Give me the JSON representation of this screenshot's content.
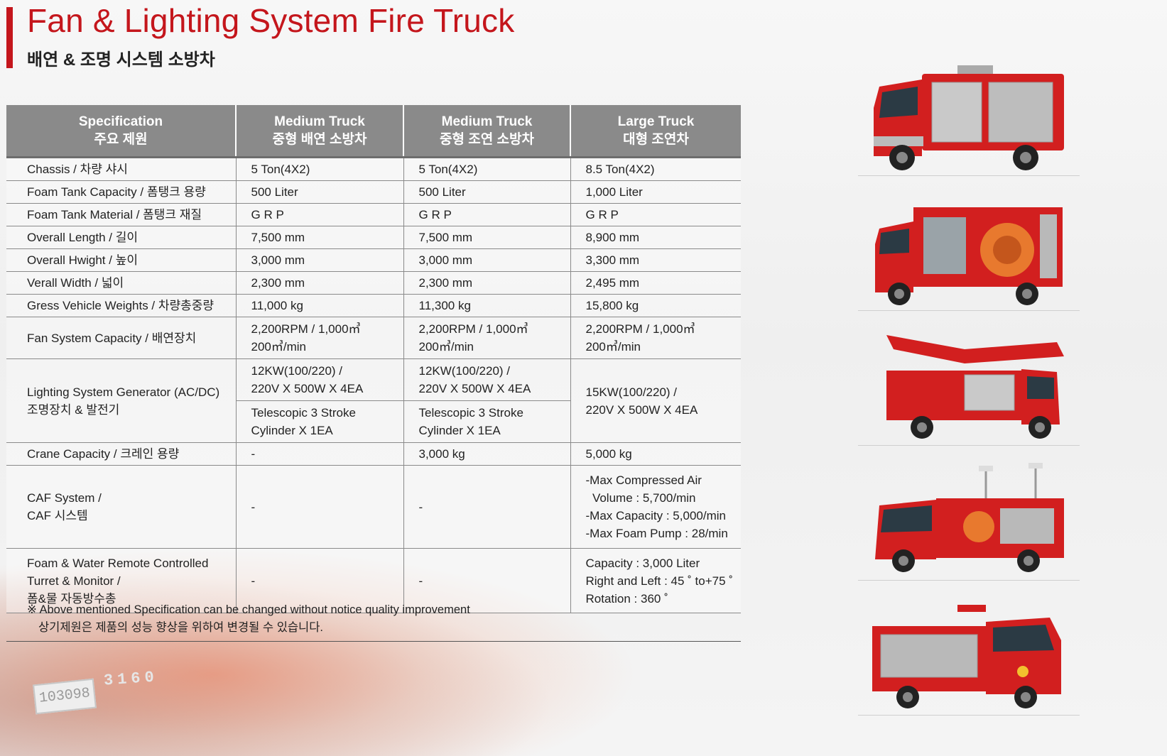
{
  "title": {
    "english": "Fan & Lighting System Fire Truck",
    "korean": "배연 & 조명 시스템 소방차"
  },
  "table": {
    "headers": [
      {
        "line1": "Specification",
        "line2": "주요 제원"
      },
      {
        "line1": "Medium Truck",
        "line2": "중형 배연 소방차"
      },
      {
        "line1": "Medium Truck",
        "line2": "중형 조연 소방차"
      },
      {
        "line1": "Large Truck",
        "line2": "대형 조연차"
      }
    ],
    "rows": [
      {
        "label": "Chassis / 차량 샤시",
        "values": [
          "5 Ton(4X2)",
          "5 Ton(4X2)",
          "8.5 Ton(4X2)"
        ]
      },
      {
        "label": "Foam Tank Capacity / 폼탱크 용량",
        "values": [
          "500 Liter",
          "500 Liter",
          "1,000 Liter"
        ]
      },
      {
        "label": "Foam Tank Material / 폼탱크 재질",
        "values": [
          "G R P",
          "G R P",
          "G R P"
        ]
      },
      {
        "label": "Overall Length / 길이",
        "values": [
          "7,500 mm",
          "7,500 mm",
          "8,900 mm"
        ]
      },
      {
        "label": "Overall Hwight / 높이",
        "values": [
          "3,000 mm",
          "3,000 mm",
          "3,300 mm"
        ]
      },
      {
        "label": "Verall Width / 넓이",
        "values": [
          "2,300 mm",
          "2,300 mm",
          "2,495 mm"
        ]
      },
      {
        "label": "Gress Vehicle Weights / 차량총중량",
        "values": [
          "11,000 kg",
          "11,300 kg",
          "15,800 kg"
        ]
      }
    ],
    "fan": {
      "label": "Fan System Capacity / 배연장치",
      "values": [
        {
          "l1": "2,200RPM / 1,000㎥",
          "l2": "200㎥/min"
        },
        {
          "l1": "2,200RPM / 1,000㎥",
          "l2": "200㎥/min"
        },
        {
          "l1": "2,200RPM / 1,000㎥",
          "l2": "200㎥/min"
        }
      ]
    },
    "lighting": {
      "label_l1": "Lighting System Generator (AC/DC)",
      "label_l2": "조명장치 & 발전기",
      "gen": [
        {
          "l1": "12KW(100/220) /",
          "l2": "220V X 500W X 4EA"
        },
        {
          "l1": "12KW(100/220) /",
          "l2": "220V X 500W X 4EA"
        }
      ],
      "tele": [
        {
          "l1": "Telescopic 3 Stroke",
          "l2": "Cylinder X 1EA"
        },
        {
          "l1": "Telescopic 3 Stroke",
          "l2": "Cylinder X 1EA"
        }
      ],
      "large": {
        "l1": "15KW(100/220) /",
        "l2": "220V X 500W X 4EA"
      }
    },
    "crane": {
      "label": "Crane Capacity / 크레인 용량",
      "values": [
        "-",
        "3,000 kg",
        "5,000 kg"
      ]
    },
    "caf": {
      "label_l1": "CAF System /",
      "label_l2": "CAF 시스템",
      "values": [
        "-",
        "-"
      ],
      "large": [
        "-Max Compressed Air",
        "Volume : 5,700/min",
        "-Max Capacity : 5,000/min",
        "-Max Foam Pump : 28/min"
      ]
    },
    "turret": {
      "label_l1": "Foam & Water Remote Controlled",
      "label_l2": "Turret & Monitor /",
      "label_l3": "폼&물 자동방수총",
      "values": [
        "-",
        "-"
      ],
      "large": [
        "Capacity : 3,000 Liter",
        "Right and Left : 45 ˚ to+75 ˚",
        "Rotation : 360 ˚"
      ]
    }
  },
  "note": {
    "line1": "※ Above mentioned Specification can be changed without notice quality improvement",
    "line2": "상기제원은 제품의 성능 향상을 위하여 변경될 수 있습니다."
  },
  "background": {
    "plate": "103098",
    "number": "3160"
  },
  "colors": {
    "accent": "#c4161c",
    "header_bg": "#8a8a8a",
    "truck_red": "#d21f1f"
  }
}
